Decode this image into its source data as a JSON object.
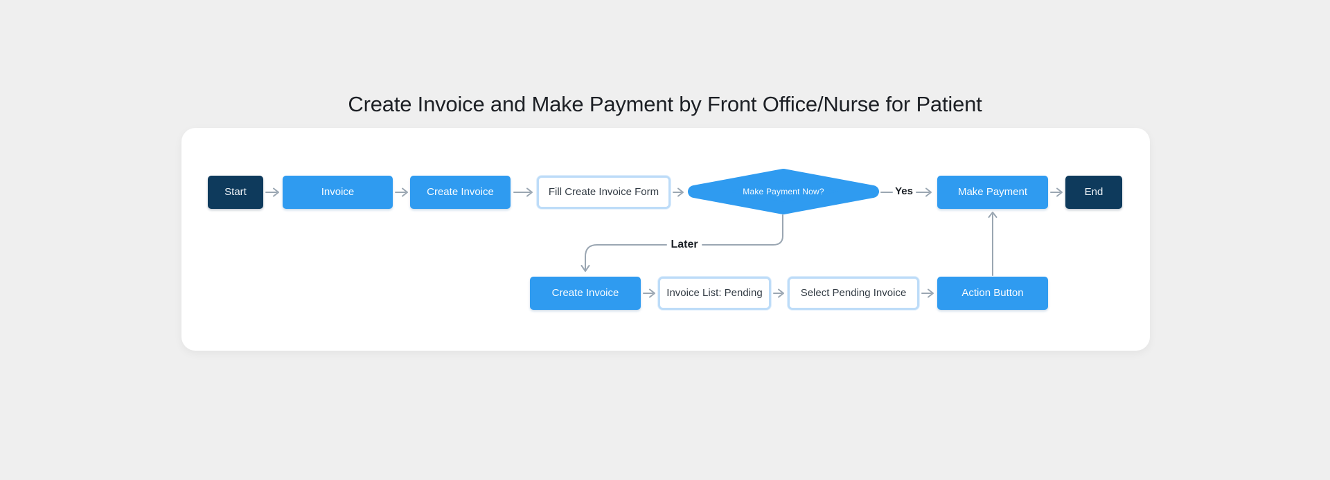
{
  "page": {
    "title": "Create Invoice and Make Payment by Front Office/Nurse for Patient"
  },
  "colors": {
    "background": "#efefef",
    "card": "#ffffff",
    "terminal_node": "#0e3a5c",
    "process_node": "#2f9bf0",
    "io_node_border": "#bddcf8",
    "connector": "#9aa6b2",
    "title_text": "#1d2025"
  },
  "flowchart": {
    "nodes": [
      {
        "id": "start",
        "label": "Start",
        "type": "terminal"
      },
      {
        "id": "invoice",
        "label": "Invoice",
        "type": "process"
      },
      {
        "id": "create-invoice-1",
        "label": "Create Invoice",
        "type": "process"
      },
      {
        "id": "fill-create-invoice-form",
        "label": "Fill Create Invoice Form",
        "type": "io"
      },
      {
        "id": "make-payment-now",
        "label": "Make Payment Now?",
        "type": "decision"
      },
      {
        "id": "make-payment",
        "label": "Make Payment",
        "type": "process"
      },
      {
        "id": "end",
        "label": "End",
        "type": "terminal"
      },
      {
        "id": "create-invoice-2",
        "label": "Create Invoice",
        "type": "process"
      },
      {
        "id": "invoice-list-pending",
        "label": "Invoice List: Pending",
        "type": "io"
      },
      {
        "id": "select-pending-invoice",
        "label": "Select Pending Invoice",
        "type": "io"
      },
      {
        "id": "action-button",
        "label": "Action Button",
        "type": "process"
      }
    ],
    "edges": [
      {
        "from": "start",
        "to": "invoice",
        "label": ""
      },
      {
        "from": "invoice",
        "to": "create-invoice-1",
        "label": ""
      },
      {
        "from": "create-invoice-1",
        "to": "fill-create-invoice-form",
        "label": ""
      },
      {
        "from": "fill-create-invoice-form",
        "to": "make-payment-now",
        "label": ""
      },
      {
        "from": "make-payment-now",
        "to": "make-payment",
        "label": "Yes"
      },
      {
        "from": "make-payment",
        "to": "end",
        "label": ""
      },
      {
        "from": "make-payment-now",
        "to": "create-invoice-2",
        "label": "Later"
      },
      {
        "from": "create-invoice-2",
        "to": "invoice-list-pending",
        "label": ""
      },
      {
        "from": "invoice-list-pending",
        "to": "select-pending-invoice",
        "label": ""
      },
      {
        "from": "select-pending-invoice",
        "to": "action-button",
        "label": ""
      },
      {
        "from": "action-button",
        "to": "make-payment",
        "label": ""
      }
    ]
  }
}
